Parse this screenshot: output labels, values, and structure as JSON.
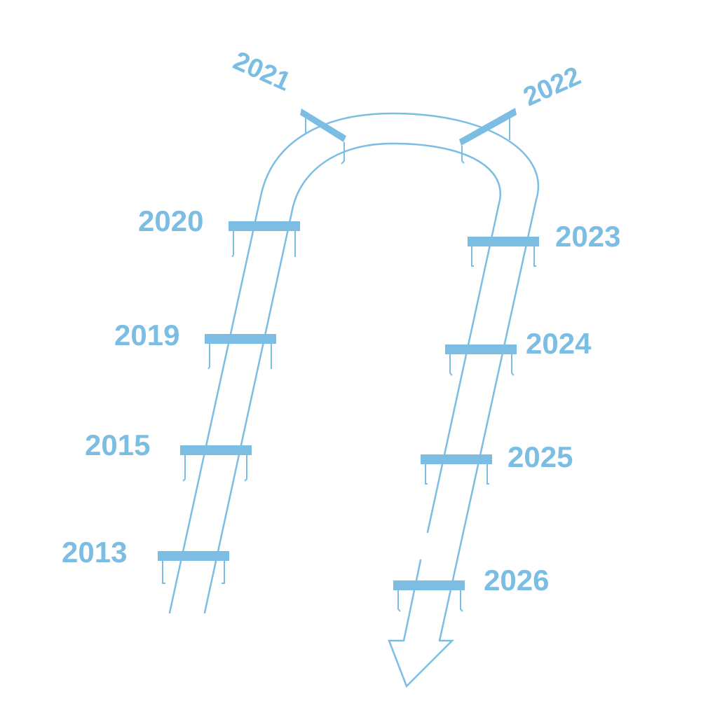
{
  "colors": {
    "accent": "#7bbde3",
    "background": "#ffffff"
  },
  "milestones": [
    {
      "label": "2013"
    },
    {
      "label": "2015"
    },
    {
      "label": "2019"
    },
    {
      "label": "2020"
    },
    {
      "label": "2021"
    },
    {
      "label": "2022"
    },
    {
      "label": "2023"
    },
    {
      "label": "2024"
    },
    {
      "label": "2025"
    },
    {
      "label": "2026"
    }
  ]
}
